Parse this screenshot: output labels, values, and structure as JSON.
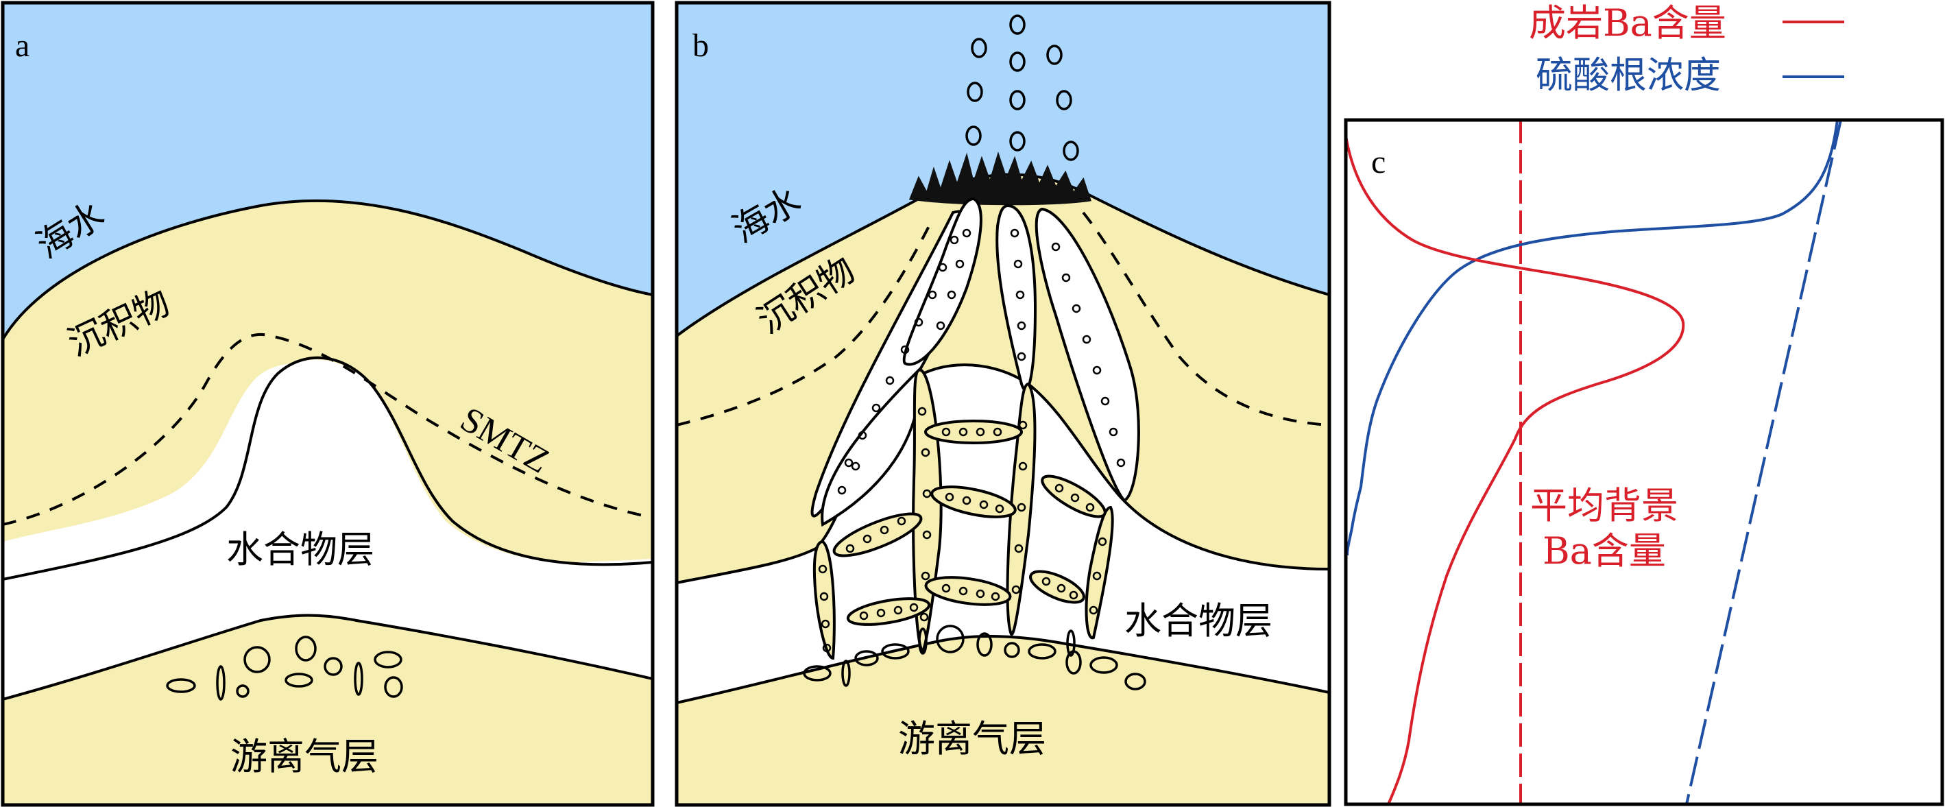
{
  "panels": {
    "a": {
      "letter": "a",
      "seawater": "海水",
      "sediment": "沉积物",
      "smtz": "SMTZ",
      "hydrate_layer": "水合物层",
      "free_gas_layer": "游离气层"
    },
    "b": {
      "letter": "b",
      "seawater": "海水",
      "sediment": "沉积物",
      "hydrate_layer": "水合物层",
      "free_gas_layer": "游离气层"
    },
    "c": {
      "letter": "c",
      "background_ba_line1": "平均背景",
      "background_ba_line2": "Ba含量"
    }
  },
  "legend": {
    "items": [
      {
        "label": "成岩Ba含量",
        "color": "#d9202a",
        "style": "solid"
      },
      {
        "label": "硫酸根浓度",
        "color": "#1f4fa3",
        "style": "solid"
      }
    ]
  },
  "colors": {
    "seawater": "#acd7fc",
    "sediment": "#f7eeb4",
    "hydrate": "#ffffff",
    "outline": "#000000",
    "ba_curve": "#d9202a",
    "sulfate_curve": "#1f4fa3"
  }
}
